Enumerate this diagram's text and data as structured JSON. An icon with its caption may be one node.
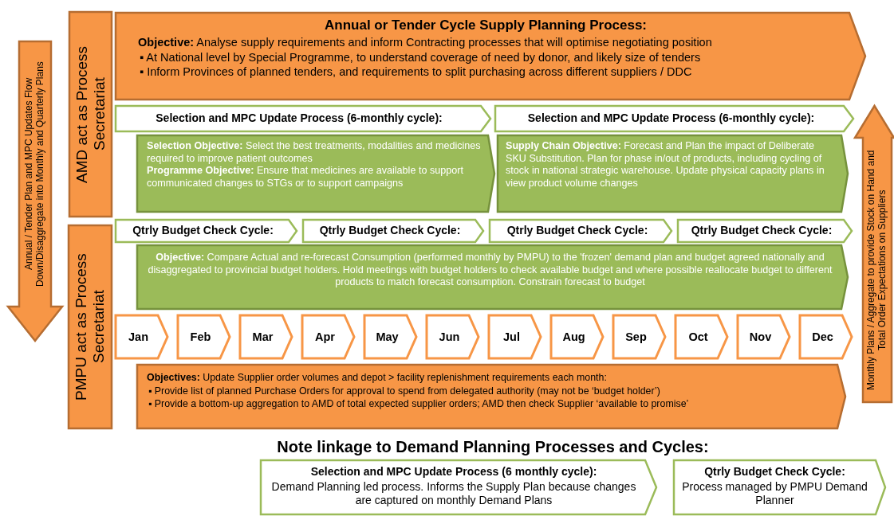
{
  "diagram": {
    "nodes": [
      {
        "text": [
          "AMD act as Process Secretariat"
        ]
      },
      {
        "text": [
          "PMPU act as Process Secretariat"
        ]
      },
      {
        "text": [
          "Annual / Tender Plan and MPC Updates Flow Down/Disaggregate into Monthly and Quarterly Plans"
        ]
      },
      {
        "text": [
          "Annual or Tender Cycle Supply Planning Process:",
          "**Objective:** Analyse supply requirements and inform Contracting processes that will optimise negotiating position",
          "▪ At National level by Special Programme, to understand coverage of need by donor, and likely size of tenders",
          "▪ Inform Provinces of planned tenders, and requirements to split purchasing across different suppliers / DDC"
        ]
      },
      {
        "text": [
          "Selection and MPC Update Process (6-monthly cycle):"
        ]
      },
      {
        "text": [
          "Selection and MPC Update Process (6-monthly cycle):"
        ]
      },
      {
        "text": [
          "**Selection Objective:** Select the best treatments, modalities and medicines required to improve patient outcomes",
          "**Programme Objective:** Ensure that medicines are available to support communicated changes to STGs or to support campaigns"
        ]
      },
      {
        "text": [
          "**Supply Chain Objective:** Forecast and Plan the impact of Deliberate SKU Substitution. Plan for phase in/out of products, including cycling of stock in national strategic warehouse. Update physical capacity plans in view product volume changes"
        ]
      },
      {
        "text": [
          "Qtrly Budget Check Cycle:"
        ]
      },
      {
        "text": [
          "Qtrly Budget Check Cycle:"
        ]
      },
      {
        "text": [
          "Qtrly Budget Check Cycle:"
        ]
      },
      {
        "text": [
          "Qtrly Budget Check Cycle:"
        ]
      },
      {
        "text": [
          "**Objective:** Compare Actual and re-forecast Consumption (performed monthly by PMPU) to the 'frozen' demand plan and budget agreed nationally and disaggregated to provincial budget holders. Hold meetings with budget holders to check available budget and where possible reallocate budget to different products to match forecast consumption. Constrain forecast to budget"
        ]
      },
      {
        "text": [
          "Jan"
        ]
      },
      {
        "text": [
          "Feb"
        ]
      },
      {
        "text": [
          "Mar"
        ]
      },
      {
        "text": [
          "Apr"
        ]
      },
      {
        "text": [
          "May"
        ]
      },
      {
        "text": [
          "Jun"
        ]
      },
      {
        "text": [
          "Jul"
        ]
      },
      {
        "text": [
          "Aug"
        ]
      },
      {
        "text": [
          "Sep"
        ]
      },
      {
        "text": [
          "Oct"
        ]
      },
      {
        "text": [
          "Nov"
        ]
      },
      {
        "text": [
          "Dec"
        ]
      },
      {
        "text": [
          "**Objectives:** Update Supplier order volumes and depot > facility replenishment requirements each month:",
          "▪ Provide list of planned Purchase Orders for approval to spend from delegated authority (may not be ‘budget holder’)",
          "▪ Provide a bottom-up aggregation to AMD of total expected supplier orders; AMD then check Supplier ‘available to promise’"
        ]
      },
      {
        "text": [
          "Monthly Plans / Aggregate to provide Stock on Hand and Total Order Expectations on Suppliers"
        ]
      },
      {
        "text": [
          "Selection and MPC Update Process (6 monthly cycle):",
          "Demand Planning led process. Informs the Supply Plan because changes are captured on monthly Demand Plans"
        ]
      },
      {
        "text": [
          "Qtrly Budget Check Cycle:",
          "Process managed by PMPU Demand Planner"
        ]
      }
    ],
    "labels": [
      "Note linkage to Demand Planning Processes and Cycles:"
    ]
  }
}
